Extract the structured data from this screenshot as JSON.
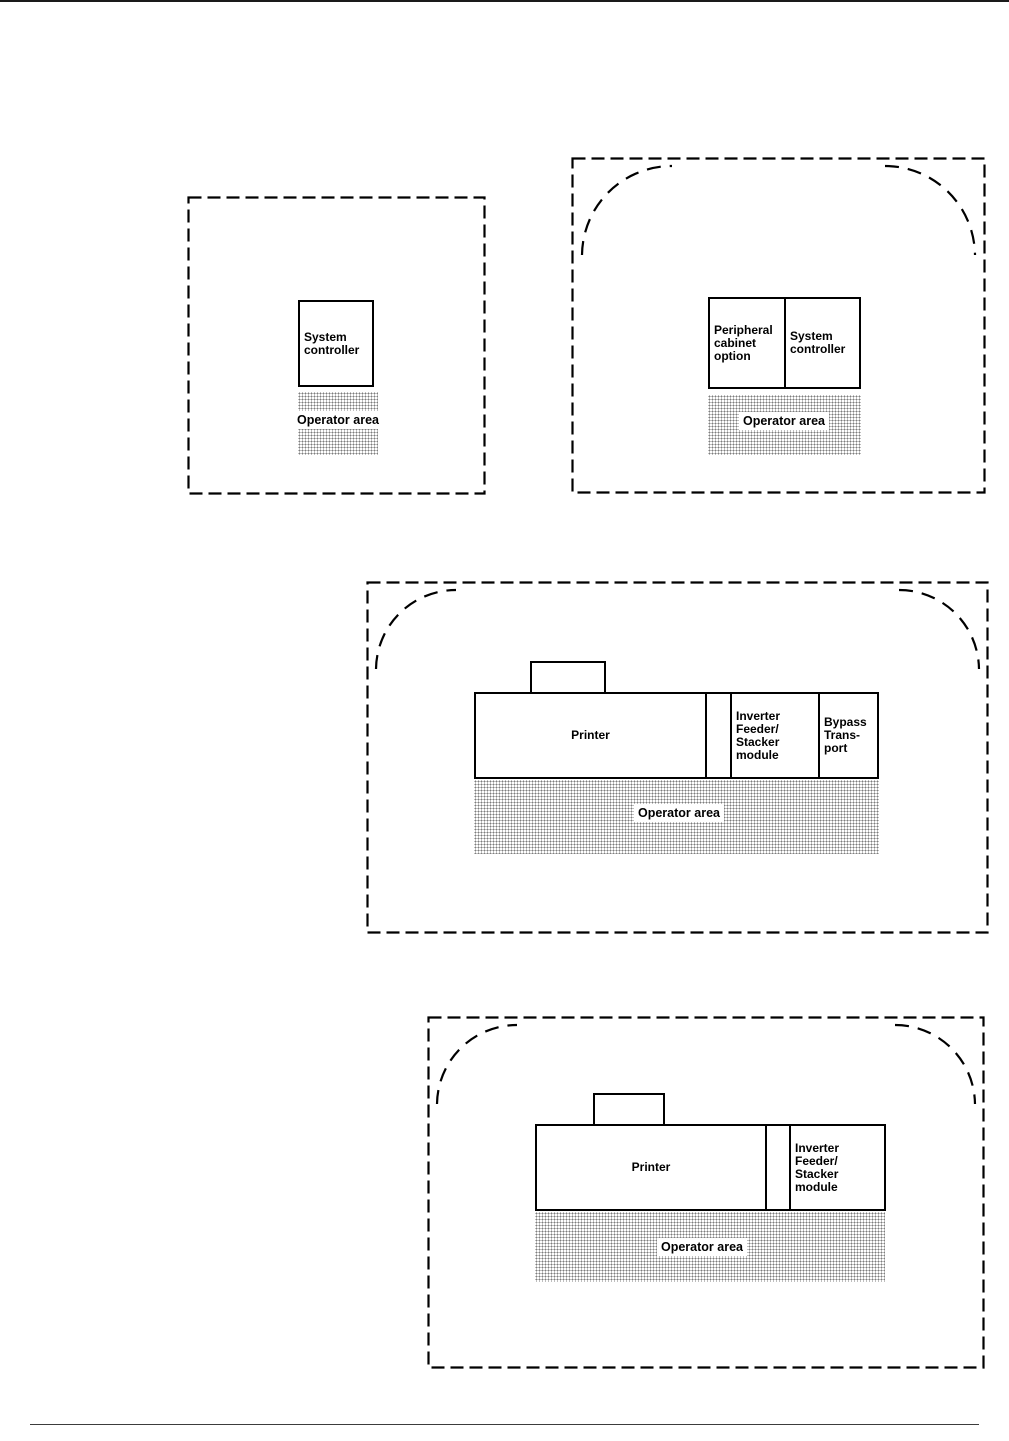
{
  "colors": {
    "line": "#000000",
    "shading_dot": "#7d7d7d",
    "background": "#ffffff"
  },
  "diagram1": {
    "system_controller": "System\ncontroller",
    "operator_area": "Operator area"
  },
  "diagram2": {
    "peripheral_cabinet": "Peripheral\ncabinet\noption",
    "system_controller": "System\ncontroller",
    "operator_area": "Operator area"
  },
  "diagram3": {
    "printer": "Printer",
    "inverter_module": "Inverter\nFeeder/\nStacker\nmodule",
    "bypass_transport": "Bypass\nTrans-\nport",
    "operator_area": "Operator area"
  },
  "diagram4": {
    "printer": "Printer",
    "inverter_module": "Inverter\nFeeder/\nStacker\nmodule",
    "operator_area": "Operator area"
  }
}
